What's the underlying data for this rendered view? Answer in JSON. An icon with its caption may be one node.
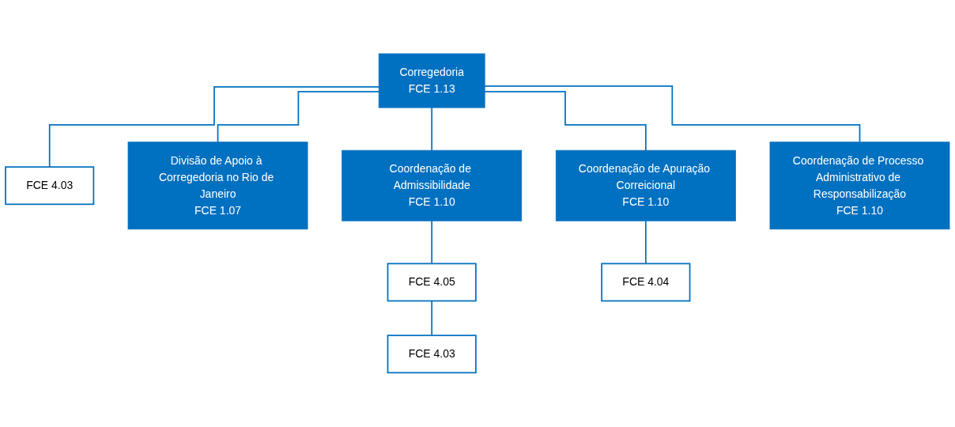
{
  "diagram": {
    "nodes": [
      {
        "text": [
          "Corregedoria",
          "FCE 1.13"
        ]
      },
      {
        "text": [
          "FCE 4.03"
        ]
      },
      {
        "text": [
          "Divisão de Apoio à Corregedoria no Rio de Janeiro",
          "FCE 1.07"
        ]
      },
      {
        "text": [
          "Coordenação de Admissibilidade",
          "FCE 1.10"
        ]
      },
      {
        "text": [
          "FCE 4.05"
        ]
      },
      {
        "text": [
          "FCE 4.03"
        ]
      },
      {
        "text": [
          "Coordenação de Apuração Correicional",
          "FCE 1.10"
        ]
      },
      {
        "text": [
          "FCE 4.04"
        ]
      },
      {
        "text": [
          "Coordenação de Processo Administrativo de Responsabilização",
          "FCE 1.10"
        ]
      }
    ],
    "edges": [
      {
        "from": 0,
        "to": 1,
        "arrow": "none"
      },
      {
        "from": 0,
        "to": 2,
        "arrow": "none"
      },
      {
        "from": 0,
        "to": 3,
        "arrow": "none"
      },
      {
        "from": 0,
        "to": 6,
        "arrow": "none"
      },
      {
        "from": 0,
        "to": 8,
        "arrow": "none"
      },
      {
        "from": 3,
        "to": 4,
        "arrow": "none"
      },
      {
        "from": 4,
        "to": 5,
        "arrow": "none"
      },
      {
        "from": 6,
        "to": 7,
        "arrow": "none"
      }
    ]
  }
}
